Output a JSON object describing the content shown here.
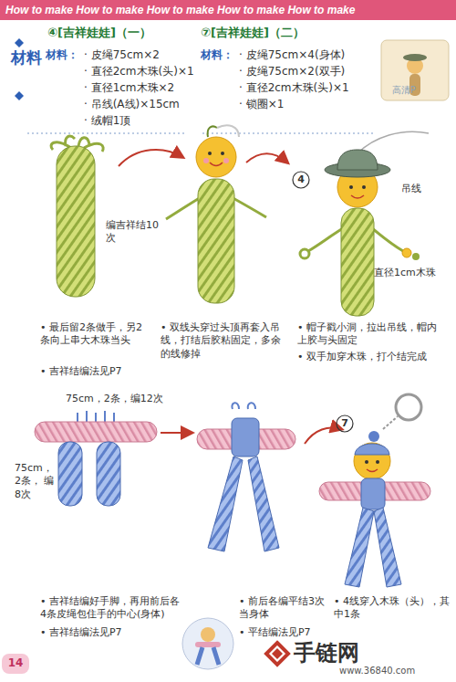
{
  "diagram": {
    "title": "How to make How to make How to make How to make How to make",
    "labels": [
      "④[吉祥娃娃]（一）",
      "材料",
      "材料：",
      "· 皮绳75cm×2",
      "· 直径2cm木珠(头)×1",
      "· 直径1cm木珠×2",
      "· 吊线(A线)×15cm",
      "· 绒帽1顶",
      "⑦[吉祥娃娃]（二）",
      "材料：",
      "· 皮绳75cm×4(身体)",
      "· 皮绳75cm×2(双手)",
      "· 直径2cm木珠(头)×1",
      "· 锁圈×1",
      "高清P",
      "编吉祥结10次",
      "4",
      "吊线",
      "直径1cm木珠",
      "• 最后留2条做手，另2条向上串大木珠当头",
      "• 吉祥结编法见P7",
      "• 双线头穿过头顶再套入吊线，打结后胶粘固定，多余的线修掉",
      "• 帽子戳小洞，拉出吊线，帽内上胶与头固定",
      "• 双手加穿木珠，打个结完成",
      "75cm，2条，编12次",
      "75cm， 2条， 编8次",
      "7",
      "• 吉祥结编好手脚，再用前后各4条皮绳包住手的中心(身体)",
      "• 吉祥结编法见P7",
      "• 前后各编平结3次当身体",
      "• 平结编法见P7",
      "• 4线穿入木珠（头），其中1条",
      "14",
      "手链网",
      "www.36840.com"
    ]
  }
}
